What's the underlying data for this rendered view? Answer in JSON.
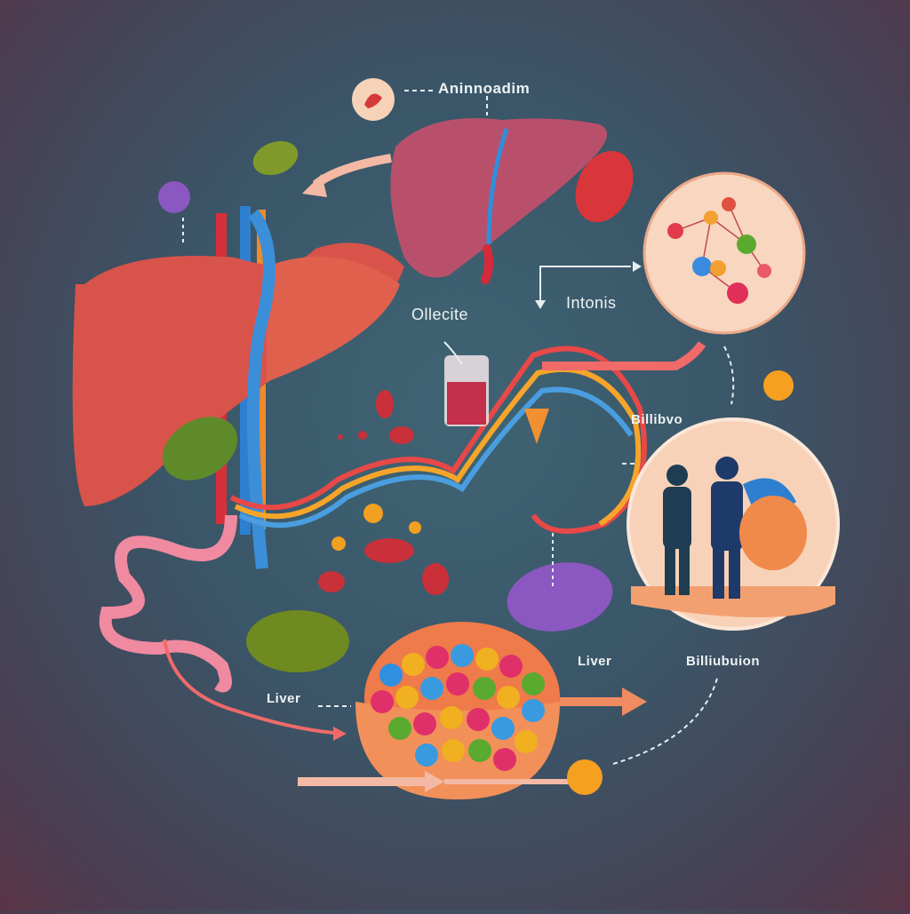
{
  "labels": {
    "top": "Aninnoadim",
    "left_middle": "Ollecite",
    "right_top": "Intonis",
    "right_middle": "Billibvo",
    "bottom_center": "Liver",
    "bottom_right": "Billiubuion",
    "bottom_left": "Liver"
  },
  "colors": {
    "liver": "#d9534a",
    "liver_top": "#b84e6a",
    "arrow": "#f06a6a",
    "circle_bg": "#f8d2b8",
    "background": "#3d5c6c"
  }
}
